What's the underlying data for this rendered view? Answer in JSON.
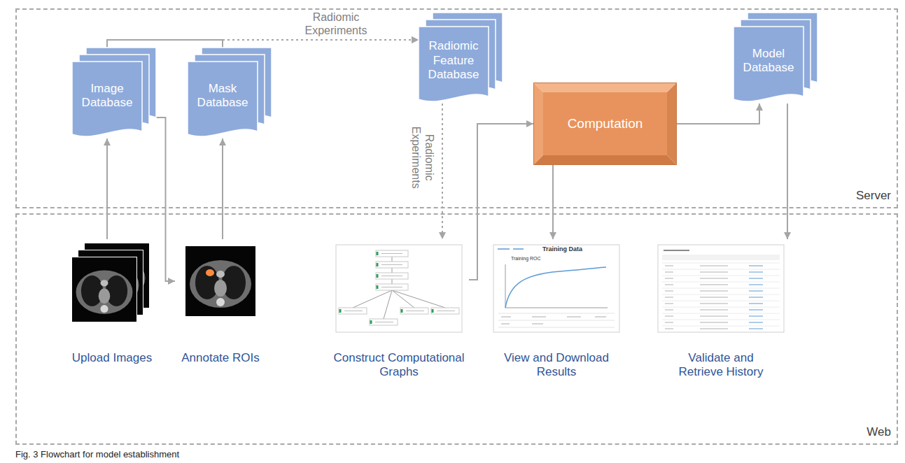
{
  "diagram": {
    "caption": "Fig. 3 Flowchart for model establishment",
    "nodes": [
      {
        "text": [
          "Server"
        ]
      },
      {
        "text": [
          "Image Database"
        ],
        "in": 0
      },
      {
        "text": [
          "Mask Database"
        ],
        "in": 0
      },
      {
        "text": [
          "Radiomic Feature Database"
        ],
        "in": 0
      },
      {
        "text": [
          "Computation"
        ],
        "in": 0
      },
      {
        "text": [
          "Model Database"
        ],
        "in": 0
      },
      {
        "text": [
          "Web"
        ]
      },
      {
        "text": [
          "Upload Images"
        ],
        "in": 6
      },
      {
        "text": [
          "Annotate ROIs"
        ],
        "in": 6
      },
      {
        "text": [
          "Construct Computational Graphs"
        ],
        "in": 6
      },
      {
        "text": [
          "View and Download Results"
        ],
        "in": 6
      },
      {
        "text": [
          "Validate and Retrieve History"
        ],
        "in": 6
      }
    ],
    "edges": [
      {
        "from": 7,
        "to": 1,
        "arrow": "to"
      },
      {
        "from": 1,
        "to": 8,
        "arrow": "to"
      },
      {
        "from": 8,
        "to": 2,
        "arrow": "to"
      },
      {
        "from": 1,
        "to": 3,
        "arrow": "to"
      },
      {
        "from": 2,
        "to": 3,
        "label": "Radiomic Experiments",
        "arrow": "to"
      },
      {
        "from": 3,
        "to": 9,
        "label": "Radiomic Experiments",
        "arrow": "to"
      },
      {
        "from": 9,
        "to": 4,
        "arrow": "to"
      },
      {
        "from": 4,
        "to": 10,
        "arrow": "to"
      },
      {
        "from": 4,
        "to": 5,
        "arrow": "to"
      },
      {
        "from": 5,
        "to": 11,
        "arrow": "to"
      }
    ],
    "labels": [
      "Training Data",
      "Training ROC"
    ]
  }
}
